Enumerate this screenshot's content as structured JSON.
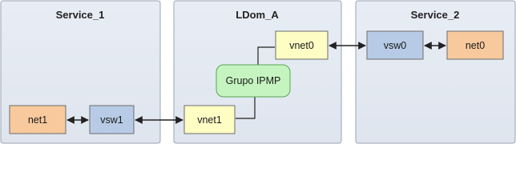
{
  "colors": {
    "panel_fill": "#e6ebf3",
    "panel_stroke": "#9aa3b0",
    "net_fill": "#f8c99d",
    "vsw_fill": "#b7cbe6",
    "vnet_fill": "#fdfdc4",
    "ipmp_fill": "#c6f4c0",
    "ipmp_stroke": "#55a555",
    "line": "#222222"
  },
  "panels": {
    "service1": {
      "title": "Service_1"
    },
    "ldom": {
      "title": "LDom_A"
    },
    "service2": {
      "title": "Service_2"
    }
  },
  "nodes": {
    "net1": "net1",
    "vsw1": "vsw1",
    "vnet1": "vnet1",
    "vnet0": "vnet0",
    "ipmp": "Grupo IPMP",
    "vsw0": "vsw0",
    "net0": "net0"
  }
}
